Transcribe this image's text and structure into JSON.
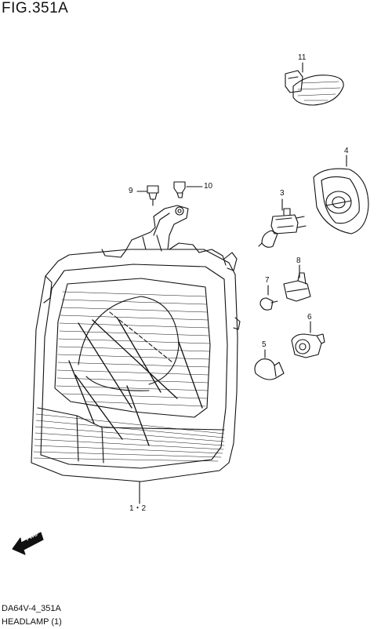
{
  "figure": {
    "title": "FIG.351A"
  },
  "callouts": {
    "c1_2": "1・2",
    "c3": "3",
    "c4": "4",
    "c5": "5",
    "c6": "6",
    "c7": "7",
    "c8": "8",
    "c9": "9",
    "c10": "10",
    "c11": "11"
  },
  "direction": {
    "label": "FWD"
  },
  "footer": {
    "code": "DA64V-4_351A",
    "name": "HEADLAMP (1)"
  }
}
